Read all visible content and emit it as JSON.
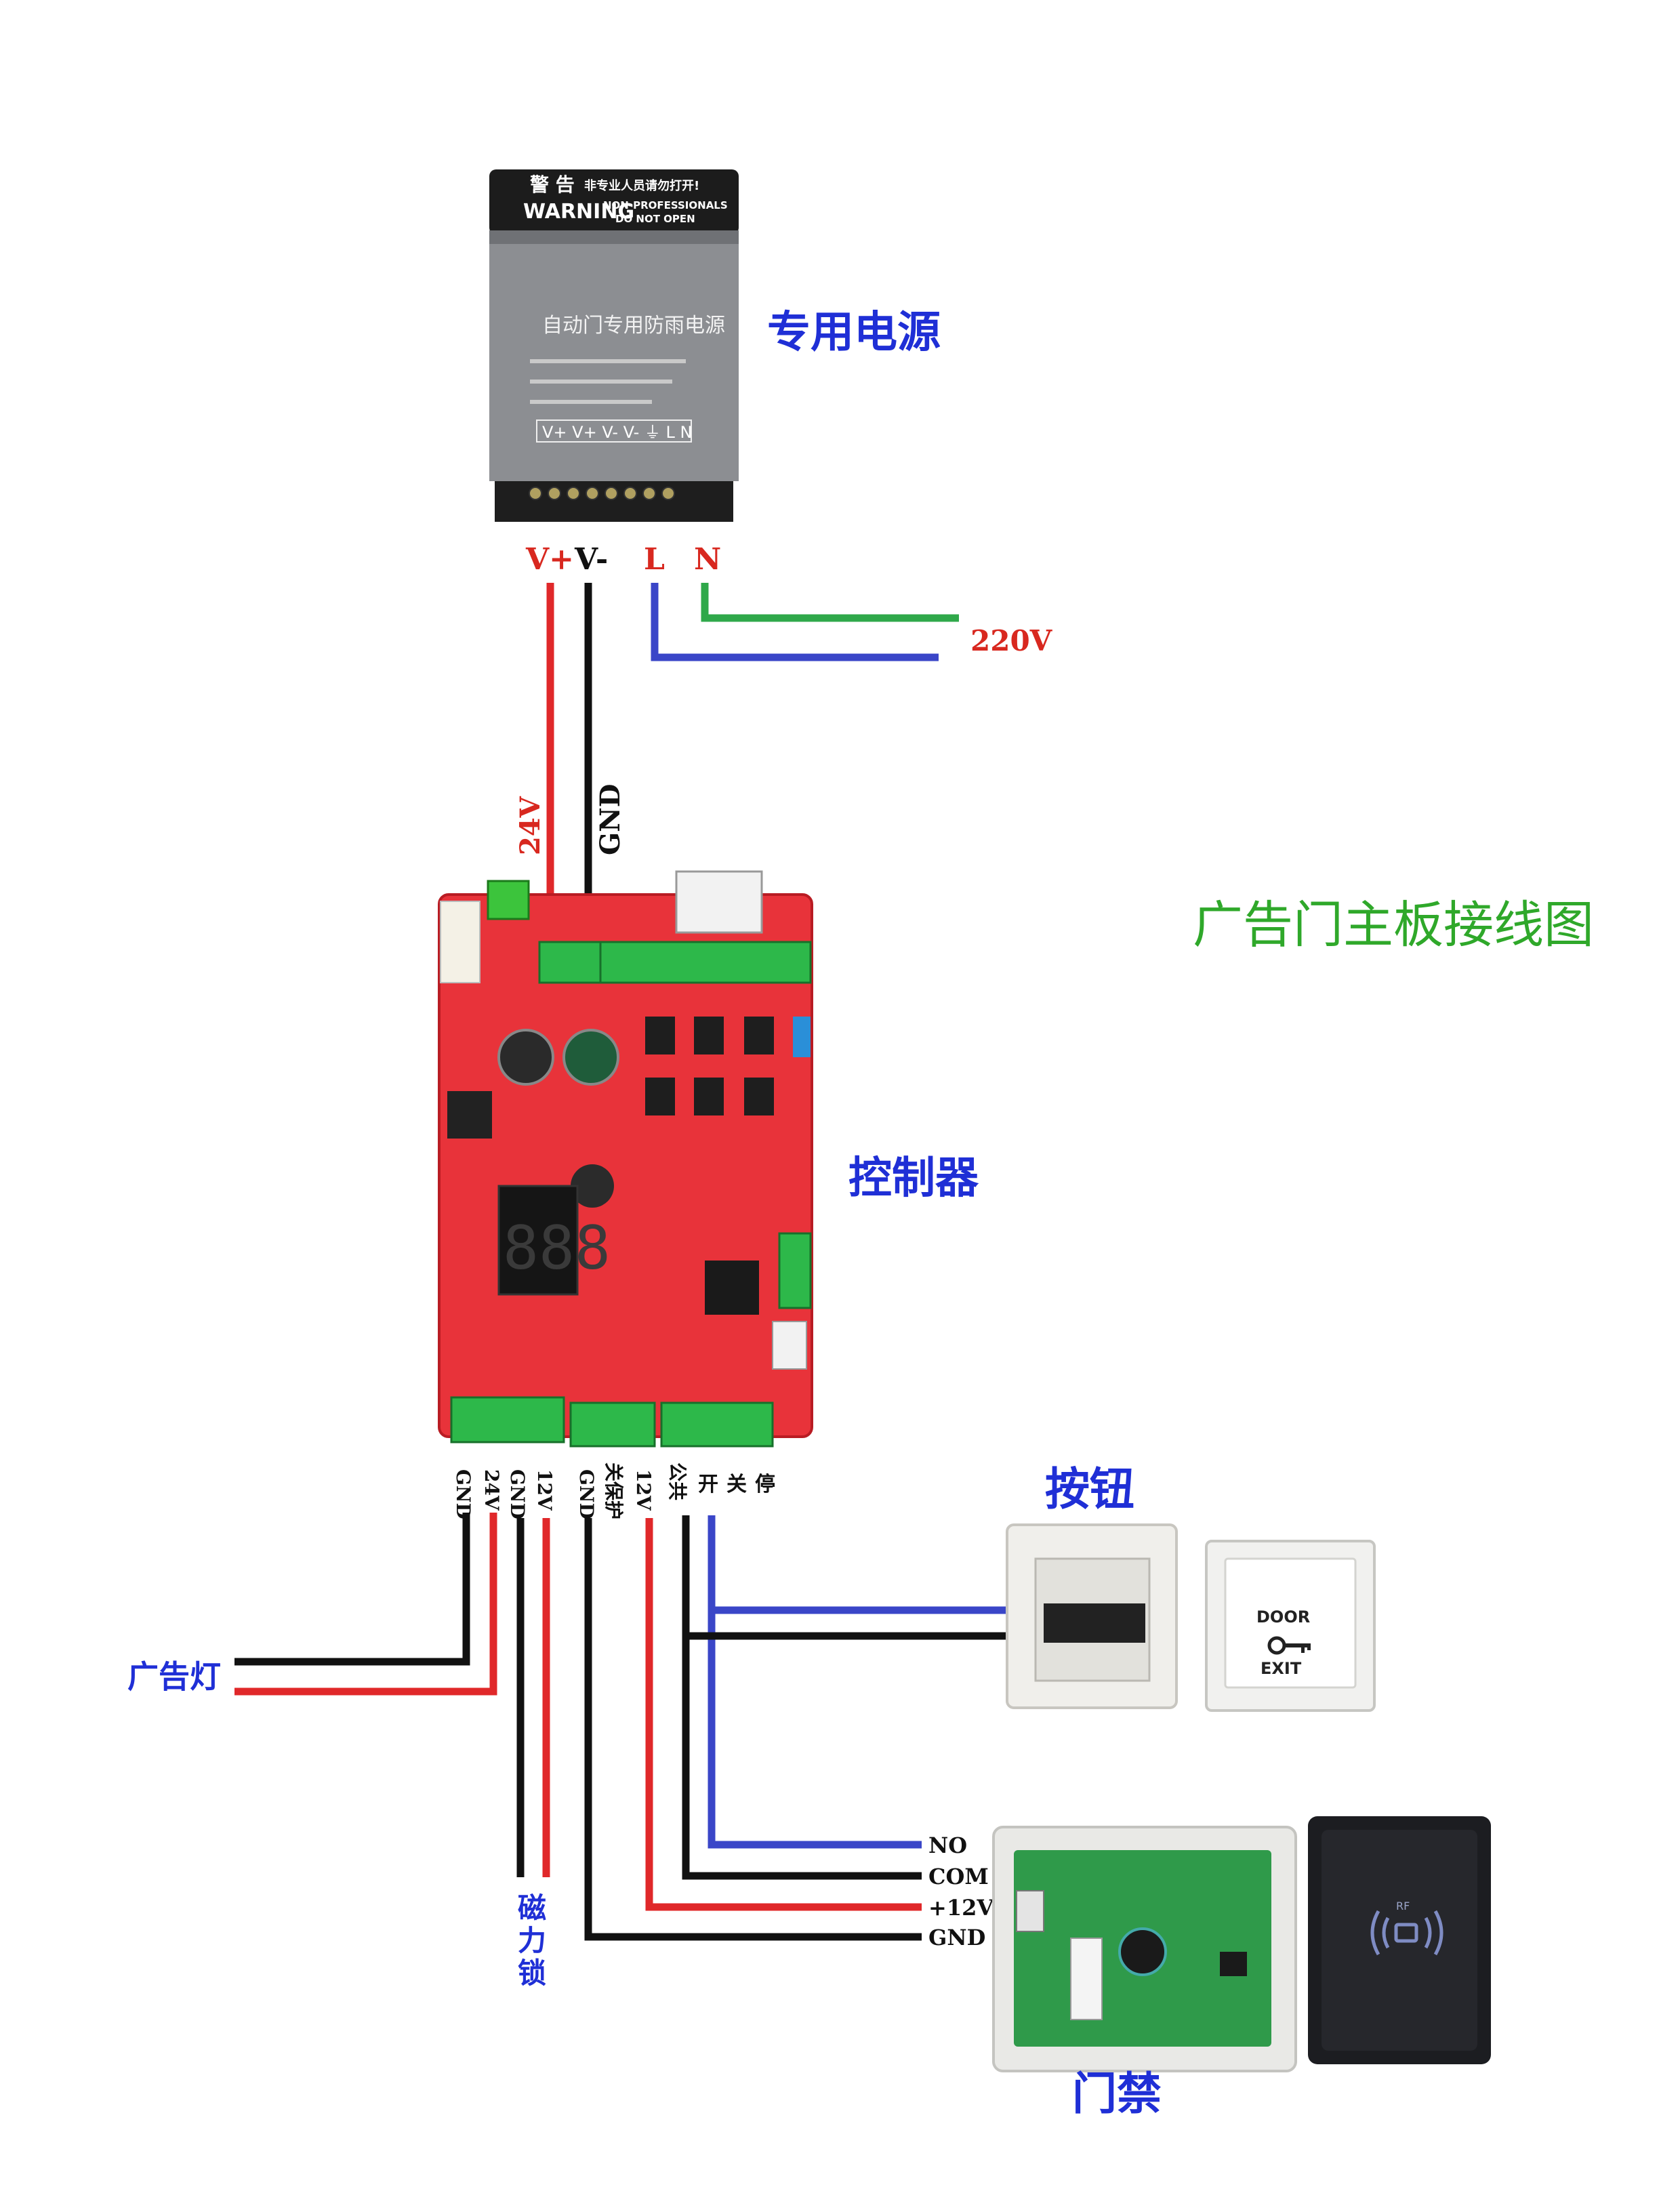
{
  "title": "广告门主板接线图",
  "power_supply": {
    "label": "专用电源",
    "warning_cn": "警 告",
    "warning_note": "非专业人员请勿打开!",
    "warning_en": "WARNING",
    "warning_en_note1": "NON-PROFESSIONALS",
    "warning_en_note2": "DO NOT OPEN",
    "product_name": "自动门专用防雨电源",
    "terminal_strip": "V+ V+ V- V- ⏚ L N",
    "terminals": {
      "vplus": "V+",
      "vminus": "V-",
      "l": "L",
      "n": "N"
    },
    "mains_label": "220V"
  },
  "controller": {
    "label": "控制器",
    "input_24v": "24V",
    "input_gnd": "GND",
    "display": "888",
    "bottom_terminals": [
      "GND",
      "24V",
      "GND",
      "12V",
      "GND",
      "关保护",
      "12V",
      "公共",
      "开",
      "关",
      "停"
    ]
  },
  "ad_light": {
    "label": "广告灯"
  },
  "mag_lock": {
    "label": "磁力锁"
  },
  "button": {
    "label": "按钮",
    "door_text": "DOOR",
    "exit_text": "EXIT"
  },
  "access": {
    "label": "门禁",
    "terminals": [
      "NO",
      "COM",
      "+12V",
      "GND"
    ],
    "reader_text": "RF"
  },
  "colors": {
    "red_wire": "#e0282a",
    "black_wire": "#111111",
    "blue_wire": "#3a46c8",
    "green_wire": "#2fa84a",
    "label_blue": "#1f2fd6",
    "title_green": "#2fa82a",
    "pcb_red": "#e8333a"
  }
}
